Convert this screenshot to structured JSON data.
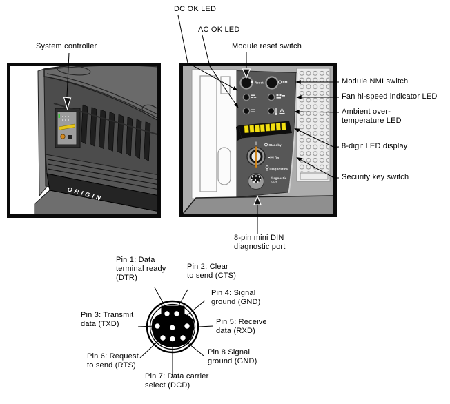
{
  "callouts": {
    "system_controller": {
      "text": "System controller"
    },
    "dc_ok": {
      "text": "DC OK LED"
    },
    "ac_ok": {
      "text": "AC OK LED"
    },
    "module_reset": {
      "text": "Module reset switch"
    },
    "module_nmi": {
      "text": "Module NMI switch"
    },
    "fan_hispeed": {
      "text": "Fan hi-speed indicator LED"
    },
    "ambient": {
      "line1": "Ambient over-",
      "line2": "temperature LED"
    },
    "led_display": {
      "text": "8-digit LED display"
    },
    "security_key": {
      "text": "Security key switch"
    },
    "din_port": {
      "line1": "8-pin mini DIN",
      "line2": "diagnostic port"
    }
  },
  "pin_labels": {
    "pin1": {
      "line1": "Pin 1: Data",
      "line2": "terminal ready",
      "line3": "(DTR)"
    },
    "pin2": {
      "line1": "Pin 2: Clear",
      "line2": "to send (CTS)"
    },
    "pin3": {
      "line1": "Pin 3: Transmit",
      "line2": "data (TXD)"
    },
    "pin4": {
      "line1": "Pin 4: Signal",
      "line2": "ground (GND)"
    },
    "pin5": {
      "line1": "Pin 5: Receive",
      "line2": "data (RXD)"
    },
    "pin6": {
      "line1": "Pin 6: Request",
      "line2": "to send (RTS)"
    },
    "pin7": {
      "line1": "Pin 7: Data carrier",
      "line2": "select (DCD)"
    },
    "pin8": {
      "line1": "Pin 8 Signal",
      "line2": "ground (GND)"
    }
  },
  "panel_markings": {
    "reset": "Reset",
    "nmi": "NMI",
    "standby": "Standby",
    "on": "On",
    "diagnostics": "Diagnostics",
    "diag_port_line1": "diagnostic",
    "diag_port_line2": "port",
    "brand": "ORIGIN"
  },
  "colors": {
    "led_yellow": "#f2df12",
    "key_orange": "#d4891f",
    "status_green": "#3ec43e",
    "panel_gray": "#575757",
    "frame_gray": "#adadad"
  }
}
